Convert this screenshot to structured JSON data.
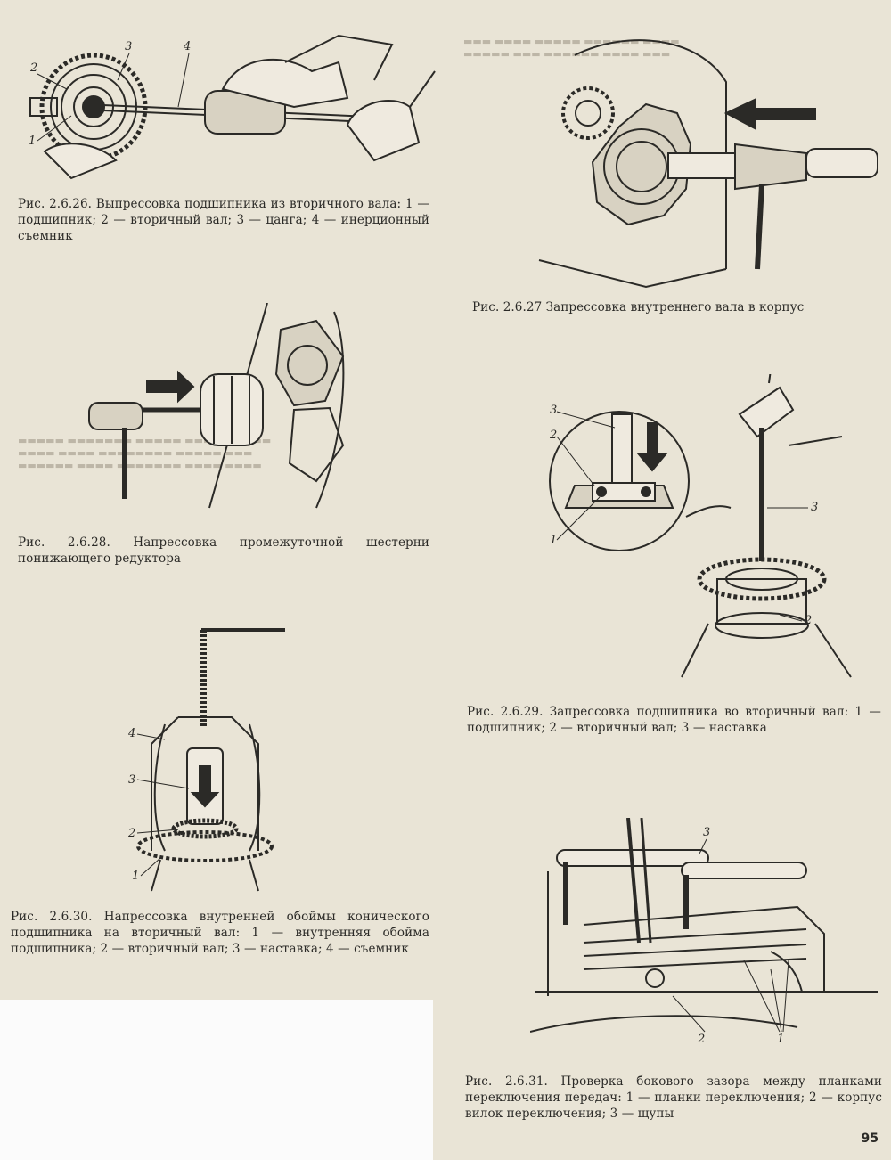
{
  "page_number": "95",
  "figures": [
    {
      "id": "2.6.26",
      "caption": "Рис. 2.6.26. Выпрессовка подшипника из вторичного вала: 1 — подшипник; 2 — вторичный вал; 3 — цанга; 4 — инерционный съемник",
      "callouts": [
        "1",
        "2",
        "3",
        "4"
      ]
    },
    {
      "id": "2.6.27",
      "caption": "Рис. 2.6.27 Запрессовка внутреннего вала в корпус",
      "callouts": []
    },
    {
      "id": "2.6.28",
      "caption": "Рис. 2.6.28. Напрессовка промежуточной шестерни понижающего редуктора",
      "callouts": []
    },
    {
      "id": "2.6.29",
      "caption": "Рис. 2.6.29. Запрессовка подшипника во вторичный вал: 1 — подшипник; 2 — вторичный вал; 3 — наставка",
      "callouts": [
        "1",
        "2",
        "3"
      ]
    },
    {
      "id": "2.6.30",
      "caption": "Рис. 2.6.30. Напрессовка внутренней обоймы конического подшипника на вторичный вал: 1 — внутренняя обойма подшипника; 2 — вторичный вал; 3 — наставка; 4 — съемник",
      "callouts": [
        "1",
        "2",
        "3",
        "4"
      ]
    },
    {
      "id": "2.6.31",
      "caption": "Рис. 2.6.31. Проверка бокового зазора между планками переключения передач: 1 — планки переключения; 2 — корпус вилок переключения; 3 — щупы",
      "callouts": [
        "1",
        "2",
        "3"
      ]
    }
  ]
}
